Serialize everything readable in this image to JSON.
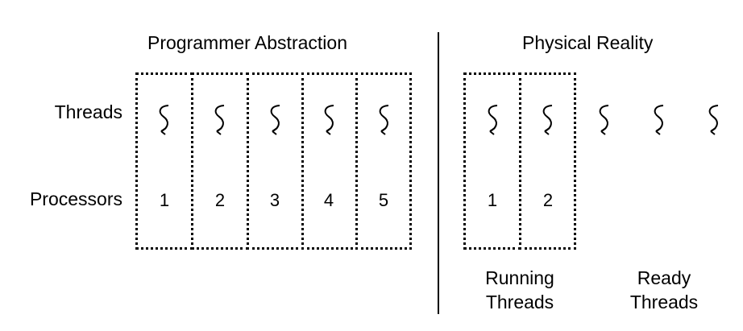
{
  "titles": {
    "left": "Programmer Abstraction",
    "right": "Physical Reality"
  },
  "row_labels": {
    "threads": "Threads",
    "processors": "Processors"
  },
  "left_processors": [
    "1",
    "2",
    "3",
    "4",
    "5"
  ],
  "right_processors": [
    "1",
    "2"
  ],
  "captions": {
    "running_line1": "Running",
    "running_line2": "Threads",
    "ready_line1": "Ready",
    "ready_line2": "Threads"
  },
  "icons": {
    "thread": "thread-squiggle-arrow-icon"
  },
  "colors": {
    "ink": "#000000",
    "background": "#ffffff"
  }
}
